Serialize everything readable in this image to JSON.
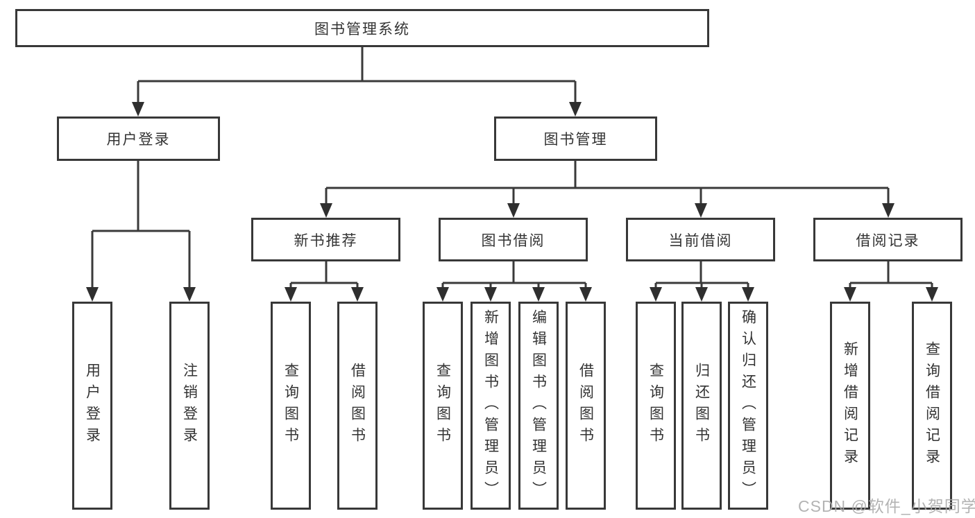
{
  "nodes": {
    "root": "图书管理系统",
    "level2": {
      "user_login": "用户登录",
      "book_management": "图书管理"
    },
    "level3": {
      "new_book_recommend": "新书推荐",
      "book_borrow": "图书借阅",
      "current_borrow": "当前借阅",
      "borrow_records": "借阅记录"
    },
    "leaves": {
      "user_login": "用户登录",
      "logout": "注销登录",
      "newbook_query_book": "查询图书",
      "newbook_borrow_book": "借阅图书",
      "borrow_query_book": "查询图书",
      "borrow_add_book": "新增图书（管理员）",
      "borrow_edit_book": "编辑图书（管理员）",
      "borrow_borrow_book": "借阅图书",
      "current_query_book": "查询图书",
      "current_return_book": "归还图书",
      "current_confirm_return": "确认归还（管理员）",
      "records_add_record": "新增借阅记录",
      "records_query_record": "查询借阅记录"
    }
  },
  "watermark": "CSDN @软件_小贺同学",
  "colors": {
    "line": "#3a3a3a",
    "arrow": "#2f2f2f",
    "text": "#333333",
    "border": "#383838",
    "watermark": "#a8a8a8",
    "background": "#ffffff"
  }
}
